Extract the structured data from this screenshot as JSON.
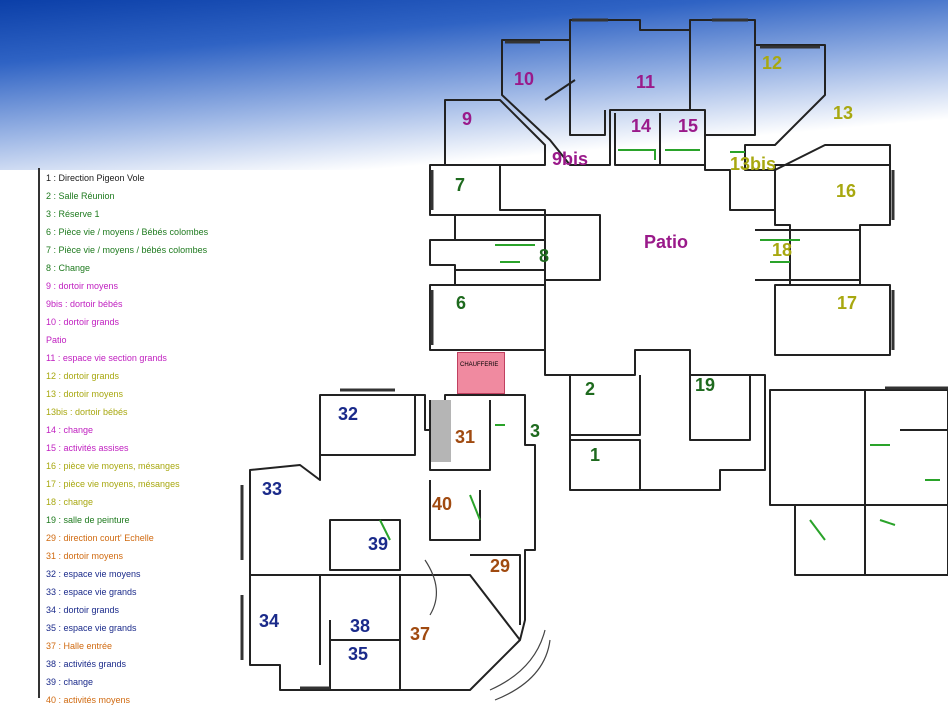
{
  "colors": {
    "direction": "#1a1a1a",
    "green": "#1e7a1e",
    "magenta": "#c020c0",
    "olive": "#a8a810",
    "orange": "#d06a10",
    "brown": "#a04a10",
    "navy": "#1a2a8a",
    "purple": "#9a1a8a"
  },
  "legend": [
    {
      "text": "1 : Direction Pigeon Vole",
      "color": "#1a1a1a"
    },
    {
      "text": "2 : Salle Réunion",
      "color": "#1e7a1e"
    },
    {
      "text": "3 : Réserve 1",
      "color": "#1e7a1e"
    },
    {
      "text": "6 : Pièce vie / moyens / Bébés colombes",
      "color": "#1e7a1e"
    },
    {
      "text": "7 : Pièce vie / moyens / bébés colombes",
      "color": "#1e7a1e"
    },
    {
      "text": "8 : Change",
      "color": "#1e7a1e"
    },
    {
      "text": "9 : dortoir moyens",
      "color": "#c020c0"
    },
    {
      "text": "9bis : dortoir bébés",
      "color": "#c020c0"
    },
    {
      "text": "10 : dortoir grands",
      "color": "#c020c0"
    },
    {
      "text": "Patio",
      "color": "#c020c0"
    },
    {
      "text": "11 : espace vie section grands",
      "color": "#c020c0"
    },
    {
      "text": "12 : dortoir grands",
      "color": "#a8a810"
    },
    {
      "text": "13 : dortoir moyens",
      "color": "#a8a810"
    },
    {
      "text": "13bis : dortoir bébés",
      "color": "#a8a810"
    },
    {
      "text": "14 : change",
      "color": "#c020c0"
    },
    {
      "text": "15 : activités assises",
      "color": "#c020c0"
    },
    {
      "text": "16 : pièce vie moyens, mésanges",
      "color": "#a8a810"
    },
    {
      "text": "17 : pièce vie moyens, mésanges",
      "color": "#a8a810"
    },
    {
      "text": "18 : change",
      "color": "#a8a810"
    },
    {
      "text": "19 : salle de peinture",
      "color": "#1e7a1e"
    },
    {
      "text": "29 : direction court' Echelle",
      "color": "#d06a10"
    },
    {
      "text": "31 : dortoir moyens",
      "color": "#d06a10"
    },
    {
      "text": "32 : espace vie moyens",
      "color": "#1a2a8a"
    },
    {
      "text": "33 : espace vie grands",
      "color": "#1a2a8a"
    },
    {
      "text": "34 : dortoir grands",
      "color": "#1a2a8a"
    },
    {
      "text": "35 : espace vie grands",
      "color": "#1a2a8a"
    },
    {
      "text": "37 : Halle entrée",
      "color": "#d06a10"
    },
    {
      "text": "38 : activités grands",
      "color": "#1a2a8a"
    },
    {
      "text": "39 : change",
      "color": "#1a2a8a"
    },
    {
      "text": "40 : activités moyens",
      "color": "#d06a10"
    }
  ],
  "rooms": [
    {
      "label": "10",
      "color": "#9a1a8a"
    },
    {
      "label": "11",
      "color": "#9a1a8a"
    },
    {
      "label": "12",
      "color": "#a8a810"
    },
    {
      "label": "13",
      "color": "#a8a810"
    },
    {
      "label": "9",
      "color": "#9a1a8a"
    },
    {
      "label": "14",
      "color": "#9a1a8a"
    },
    {
      "label": "15",
      "color": "#9a1a8a"
    },
    {
      "label": "9bis",
      "color": "#9a1a8a"
    },
    {
      "label": "13bis",
      "color": "#a8a810"
    },
    {
      "label": "7",
      "color": "#1e6a1e"
    },
    {
      "label": "16",
      "color": "#a8a810"
    },
    {
      "label": "Patio",
      "color": "#9a1a8a"
    },
    {
      "label": "8",
      "color": "#1e6a1e"
    },
    {
      "label": "18",
      "color": "#a8a810"
    },
    {
      "label": "6",
      "color": "#1e6a1e"
    },
    {
      "label": "17",
      "color": "#a8a810"
    },
    {
      "label": "2",
      "color": "#1e6a1e"
    },
    {
      "label": "19",
      "color": "#1e6a1e"
    },
    {
      "label": "32",
      "color": "#1a2a8a"
    },
    {
      "label": "31",
      "color": "#a04a10"
    },
    {
      "label": "3",
      "color": "#1e6a1e"
    },
    {
      "label": "1",
      "color": "#1e6a1e"
    },
    {
      "label": "33",
      "color": "#1a2a8a"
    },
    {
      "label": "40",
      "color": "#a04a10"
    },
    {
      "label": "39",
      "color": "#1a2a8a"
    },
    {
      "label": "29",
      "color": "#a04a10"
    },
    {
      "label": "34",
      "color": "#1a2a8a"
    },
    {
      "label": "38",
      "color": "#1a2a8a"
    },
    {
      "label": "37",
      "color": "#a04a10"
    },
    {
      "label": "35",
      "color": "#1a2a8a"
    }
  ],
  "chaufferie": {
    "label": "CHAUFFERIE",
    "color": "#f08aa0"
  }
}
